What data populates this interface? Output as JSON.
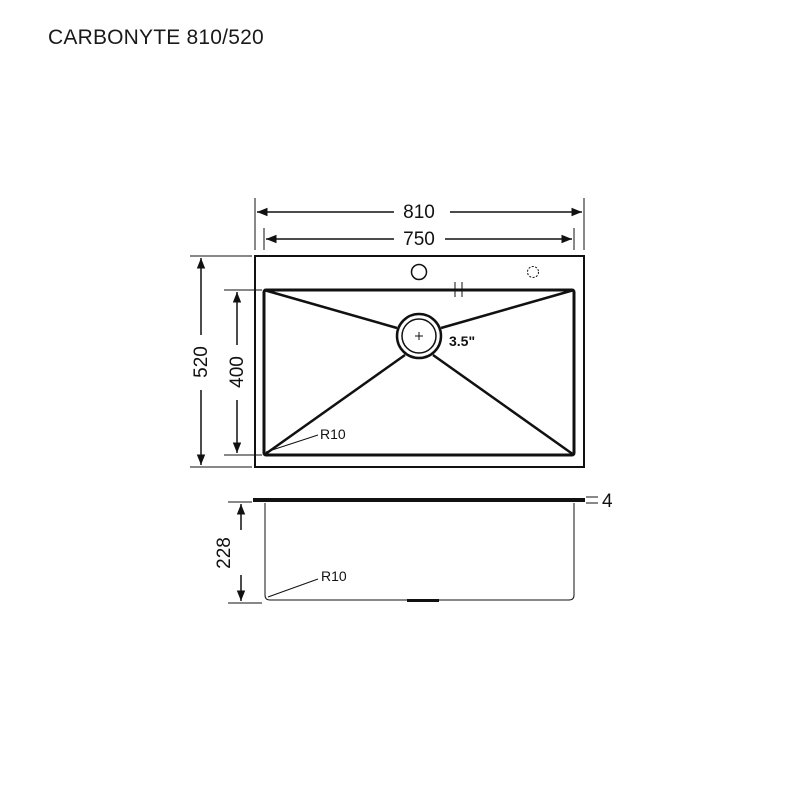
{
  "title": "CARBONYTE 810/520",
  "dimensions": {
    "overall_width": "810",
    "inner_width": "750",
    "overall_depth": "520",
    "inner_depth": "400",
    "bowl_height": "228",
    "deck_thickness": "4"
  },
  "annotations": {
    "drain_size": "3.5\"",
    "corner_radius_top": "R10",
    "corner_radius_side": "R10"
  },
  "colors": {
    "line": "#111111",
    "background": "#ffffff"
  }
}
